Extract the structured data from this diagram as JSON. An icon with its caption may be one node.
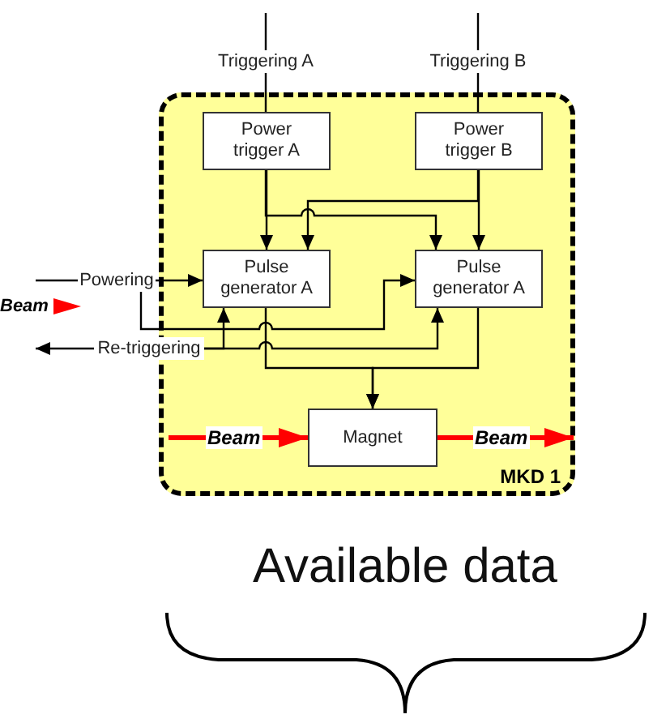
{
  "diagram": {
    "nodes": [
      {
        "text": [
          "Triggering A"
        ]
      },
      {
        "text": [
          "Triggering B"
        ]
      },
      {
        "text": [
          "MKD 1"
        ]
      },
      {
        "text": [
          "Power trigger A"
        ],
        "in": 2
      },
      {
        "text": [
          "Power trigger B"
        ],
        "in": 2
      },
      {
        "text": [
          "Powering"
        ]
      },
      {
        "text": [
          "Pulse generator A"
        ],
        "in": 2
      },
      {
        "text": [
          "Pulse generator A"
        ],
        "in": 2
      },
      {
        "text": [
          "Re-triggering"
        ]
      },
      {
        "text": [
          "Magnet"
        ],
        "in": 2
      }
    ],
    "edges": [
      {
        "from": null,
        "to": 0,
        "arrow": "none"
      },
      {
        "from": 0,
        "to": 3,
        "arrow": "none"
      },
      {
        "from": null,
        "to": 1,
        "arrow": "none"
      },
      {
        "from": 1,
        "to": 4,
        "arrow": "none"
      },
      {
        "from": 3,
        "to": 6,
        "arrow": "to"
      },
      {
        "from": 3,
        "to": 7,
        "arrow": "to"
      },
      {
        "from": 4,
        "to": 7,
        "arrow": "to"
      },
      {
        "from": 4,
        "to": 6,
        "arrow": "to"
      },
      {
        "from": null,
        "to": 5,
        "arrow": "none"
      },
      {
        "from": 5,
        "to": 6,
        "arrow": "to"
      },
      {
        "from": 5,
        "to": 7,
        "arrow": "to"
      },
      {
        "from": 8,
        "to": null,
        "arrow": "to"
      },
      {
        "from": 8,
        "to": 6,
        "arrow": "to"
      },
      {
        "from": 8,
        "to": 7,
        "arrow": "to"
      },
      {
        "from": 6,
        "to": 9,
        "arrow": "to"
      },
      {
        "from": 7,
        "to": 9,
        "arrow": "to"
      },
      {
        "from": null,
        "to": 9,
        "arrow": "to",
        "label": "Beam",
        "style": "thick",
        "color": "#ff0000"
      },
      {
        "from": 9,
        "to": null,
        "arrow": "to",
        "label": "Beam",
        "style": "thick",
        "color": "#ff0000"
      }
    ],
    "labels": [
      "Beam",
      "Available data"
    ]
  }
}
